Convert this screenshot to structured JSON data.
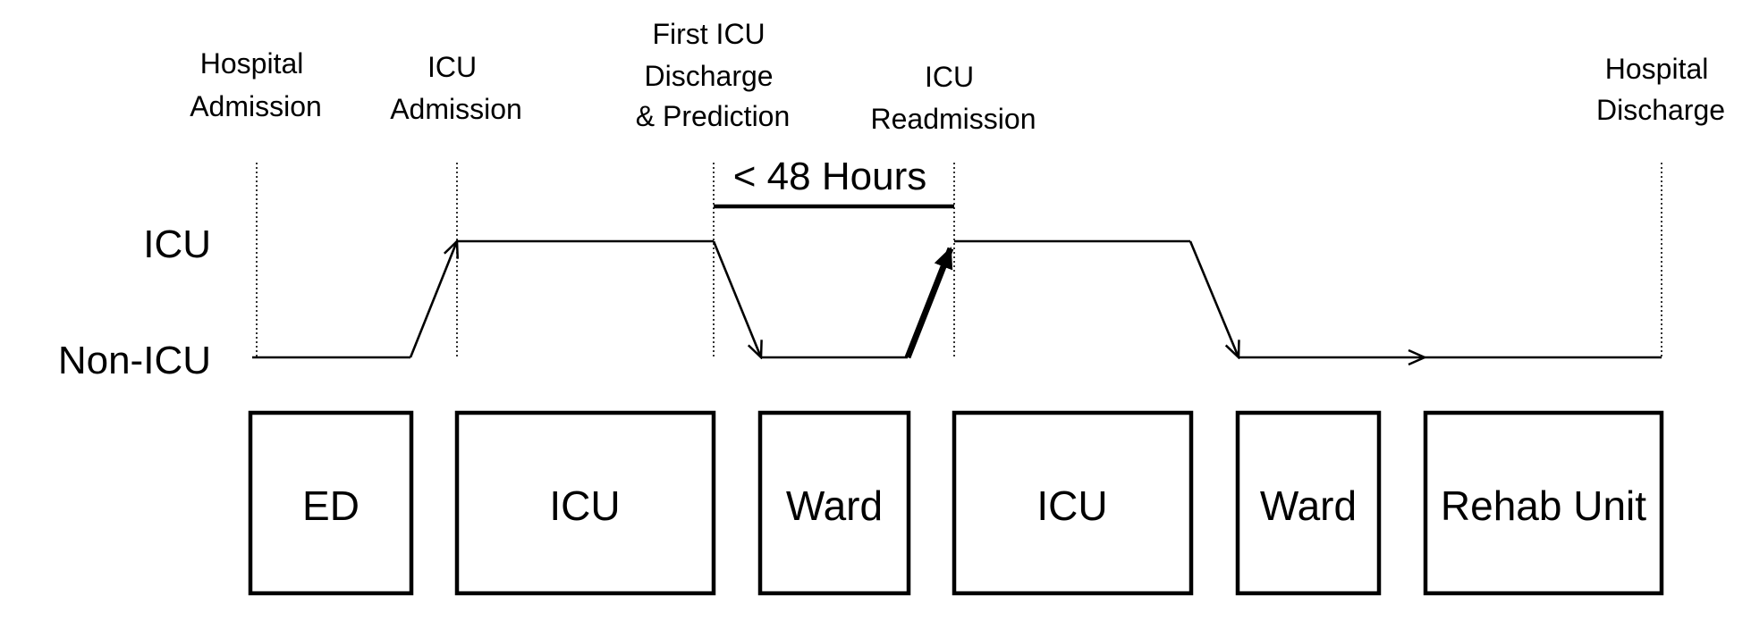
{
  "events": [
    {
      "id": "hospital-admission",
      "lines": [
        "Hospital",
        "Admission"
      ]
    },
    {
      "id": "icu-admission",
      "lines": [
        "ICU",
        "Admission"
      ]
    },
    {
      "id": "first-icu-discharge",
      "lines": [
        "First ICU",
        "Discharge",
        "& Prediction"
      ]
    },
    {
      "id": "icu-readmission",
      "lines": [
        "ICU",
        "Readmission"
      ]
    },
    {
      "id": "hospital-discharge",
      "lines": [
        "Hospital",
        "Discharge"
      ]
    }
  ],
  "levels": {
    "icu": "ICU",
    "non_icu": "Non-ICU"
  },
  "readmission_window": {
    "label": "< 48 Hours"
  },
  "units": [
    {
      "id": "ed",
      "label": "ED",
      "level": "non-icu"
    },
    {
      "id": "icu-1",
      "label": "ICU",
      "level": "icu"
    },
    {
      "id": "ward-1",
      "label": "Ward",
      "level": "non-icu"
    },
    {
      "id": "icu-2",
      "label": "ICU",
      "level": "icu"
    },
    {
      "id": "ward-2",
      "label": "Ward",
      "level": "non-icu"
    },
    {
      "id": "rehab",
      "label": "Rehab Unit",
      "level": "non-icu"
    }
  ],
  "colors": {
    "line": "#000000",
    "background": "#ffffff"
  }
}
